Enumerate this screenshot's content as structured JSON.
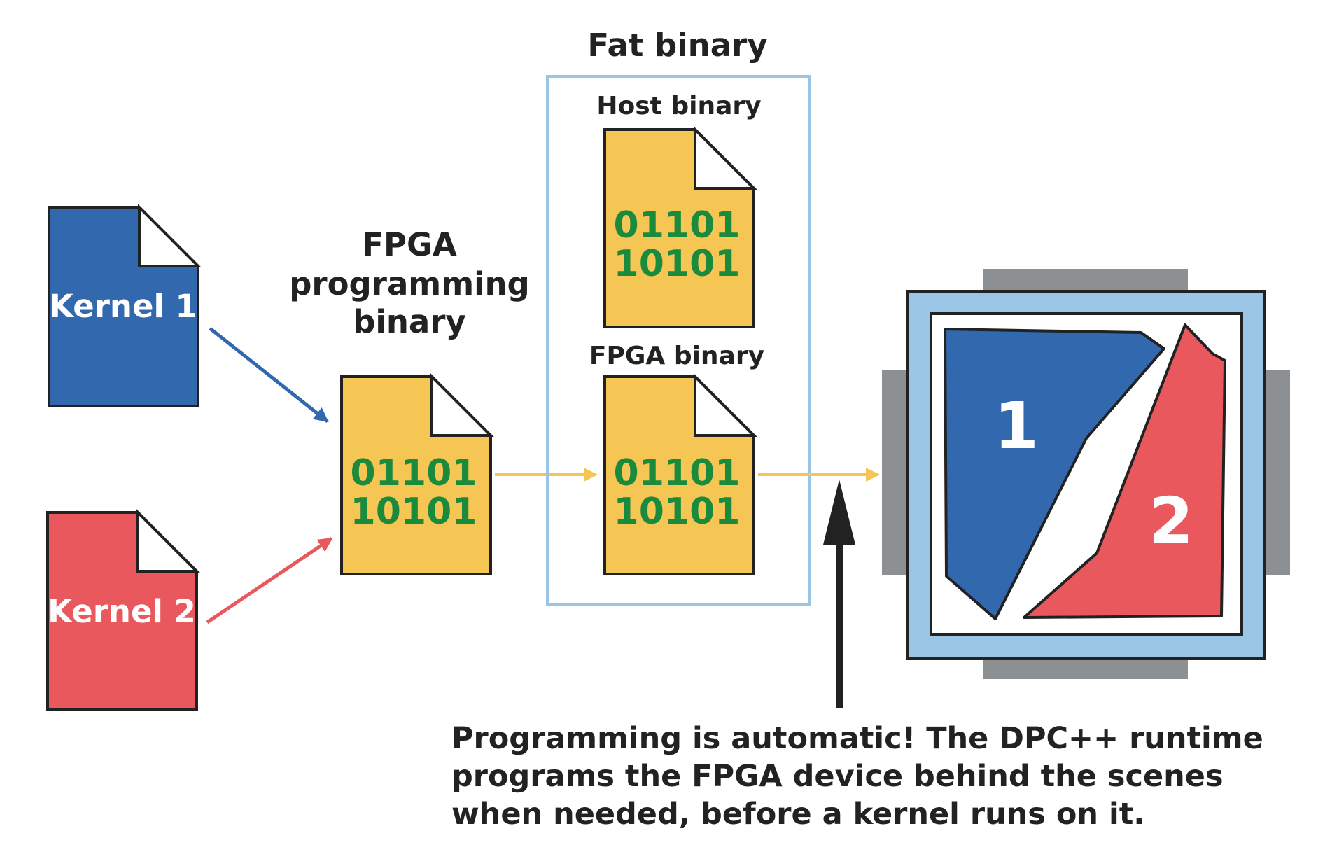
{
  "colors": {
    "blue": "#3268ae",
    "red": "#e8585c",
    "yellow": "#f5c653",
    "green": "#1a8a3c",
    "light_blue": "#9bc5e5",
    "gray": "#8d9093",
    "outline": "#222222"
  },
  "icons": {
    "kernel_1": "document-icon",
    "kernel_2": "document-icon",
    "fpga_programming_binary": "document-icon",
    "host_binary": "document-icon",
    "fpga_binary": "document-icon",
    "fpga_device": "fpga-chip-icon"
  },
  "kernels": {
    "kernel_1": "Kernel 1",
    "kernel_2": "Kernel 2"
  },
  "fpga_programming_binary": {
    "label_line_1": "FPGA",
    "label_line_2": "programming",
    "label_line_3": "binary",
    "bits_line_1": "01101",
    "bits_line_2": "10101"
  },
  "fat_binary": {
    "title": "Fat binary",
    "host_binary": {
      "label": "Host binary",
      "bits_line_1": "01101",
      "bits_line_2": "10101"
    },
    "fpga_binary": {
      "label": "FPGA binary",
      "bits_line_1": "01101",
      "bits_line_2": "10101"
    }
  },
  "fpga_device": {
    "region_1": "1",
    "region_2": "2"
  },
  "caption": {
    "line_1": "Programming is automatic! The DPC++ runtime",
    "line_2": "programs the FPGA device behind the scenes",
    "line_3": "when needed, before a kernel runs on it."
  }
}
